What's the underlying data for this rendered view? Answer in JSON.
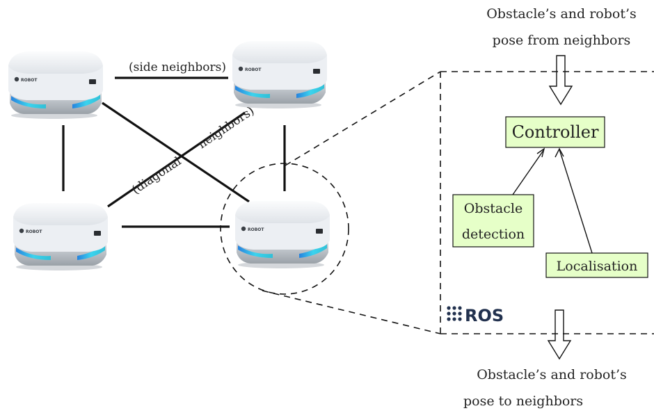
{
  "labels": {
    "side_neighbors": "(side neighbors)",
    "diagonal": "(diagonal",
    "neighbors": "neighbors)"
  },
  "input": {
    "line1": "Obstacle’s and robot’s",
    "line2": "pose from neighbors"
  },
  "output": {
    "line1": "Obstacle’s and robot’s",
    "line2": "pose to neighbors"
  },
  "ros_node": {
    "controller": "Controller",
    "obstacle_detection_line1": "Obstacle",
    "obstacle_detection_line2": "detection",
    "localisation": "Localisation",
    "ros_logo_text": "ROS"
  },
  "robot_logo_text": "ROBOT",
  "colors": {
    "box_fill": "#e6ffc8",
    "robot_body": "#e9ecf0",
    "robot_glow": "#35d4f0",
    "line": "#111111"
  }
}
